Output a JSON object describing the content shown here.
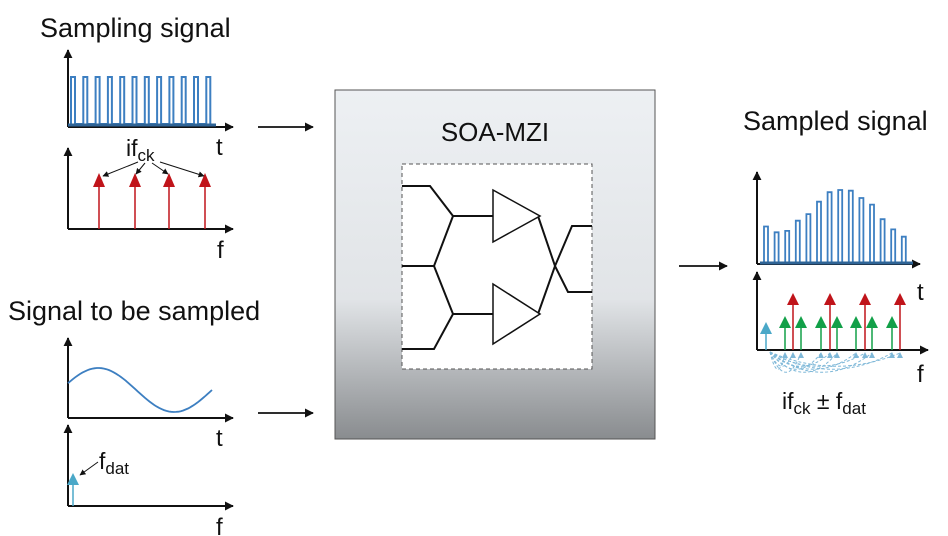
{
  "titles": {
    "sampling_signal": "Sampling signal",
    "signal_to_be_sampled": "Signal to be sampled",
    "sampled_signal": "Sampled signal",
    "device": "SOA-MZI"
  },
  "axes": {
    "time": "t",
    "freq": "f"
  },
  "annotations": {
    "clock_harmonic": {
      "base": "if",
      "sub": "ck"
    },
    "data_freq": {
      "base": "f",
      "sub": "dat"
    },
    "mixing": {
      "base1": "if",
      "sub1": "ck",
      "op": " ± ",
      "base2": "f",
      "sub2": "dat"
    }
  },
  "colors": {
    "pulse": "#3d7fc1",
    "clock_line": "#c0141a",
    "data_line": "#4aa8c8",
    "sideband": "#12a048",
    "device_top": "#ebeef2",
    "device_bottom": "#8a8d90",
    "arrow": "#111111"
  },
  "sampled_envelope": [
    0.5,
    0.42,
    0.44,
    0.58,
    0.67,
    0.84,
    0.97,
    1.0,
    0.99,
    0.89,
    0.8,
    0.6,
    0.46,
    0.36
  ]
}
